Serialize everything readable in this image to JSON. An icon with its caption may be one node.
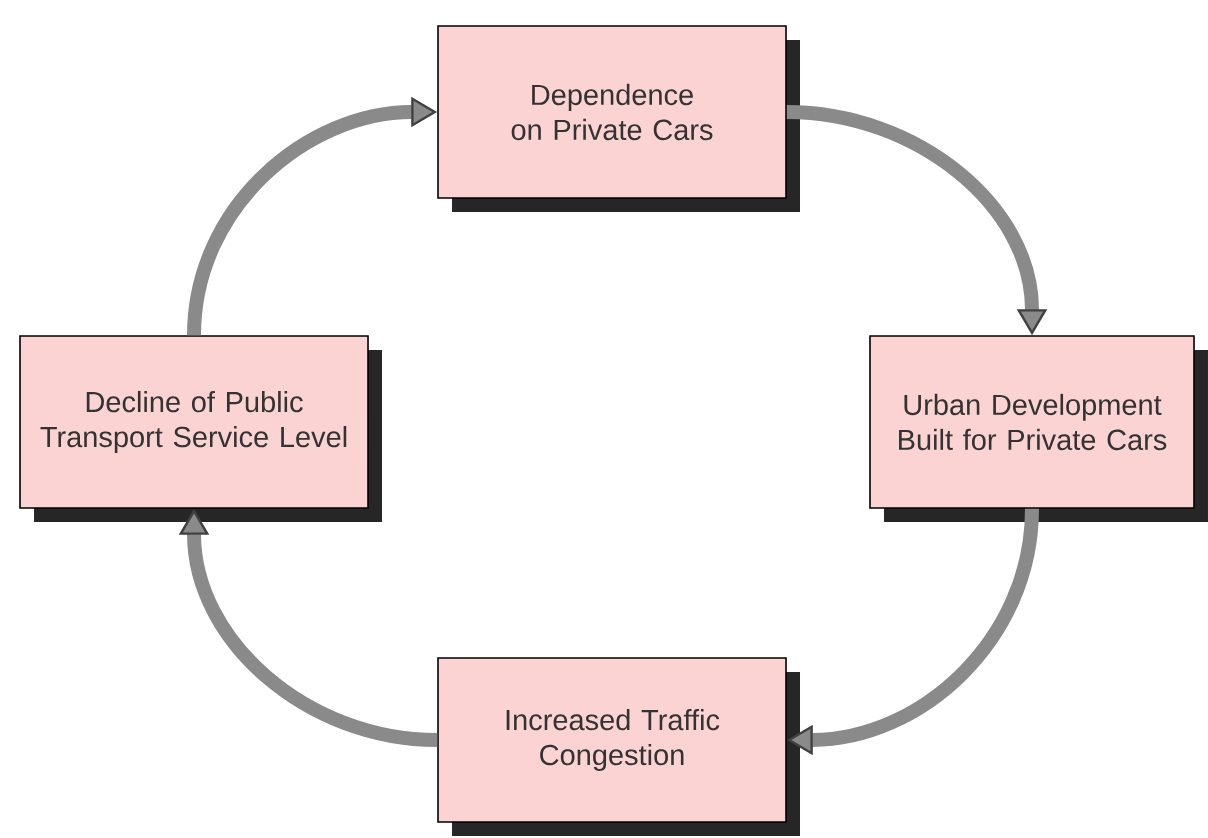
{
  "diagram": {
    "nodes": [
      {
        "text": [
          "Dependence on Private Cars"
        ]
      },
      {
        "text": [
          "Urban Development Built for Private Cars"
        ]
      },
      {
        "text": [
          "Increased Traffic Congestion"
        ]
      },
      {
        "text": [
          "Decline of Public Transport Service Level"
        ]
      }
    ],
    "edges": [
      {
        "from": 0,
        "to": 1,
        "arrow": "to"
      },
      {
        "from": 1,
        "to": 2,
        "arrow": "to"
      },
      {
        "from": 2,
        "to": 3,
        "arrow": "to"
      },
      {
        "from": 3,
        "to": 0,
        "arrow": "to"
      }
    ]
  }
}
